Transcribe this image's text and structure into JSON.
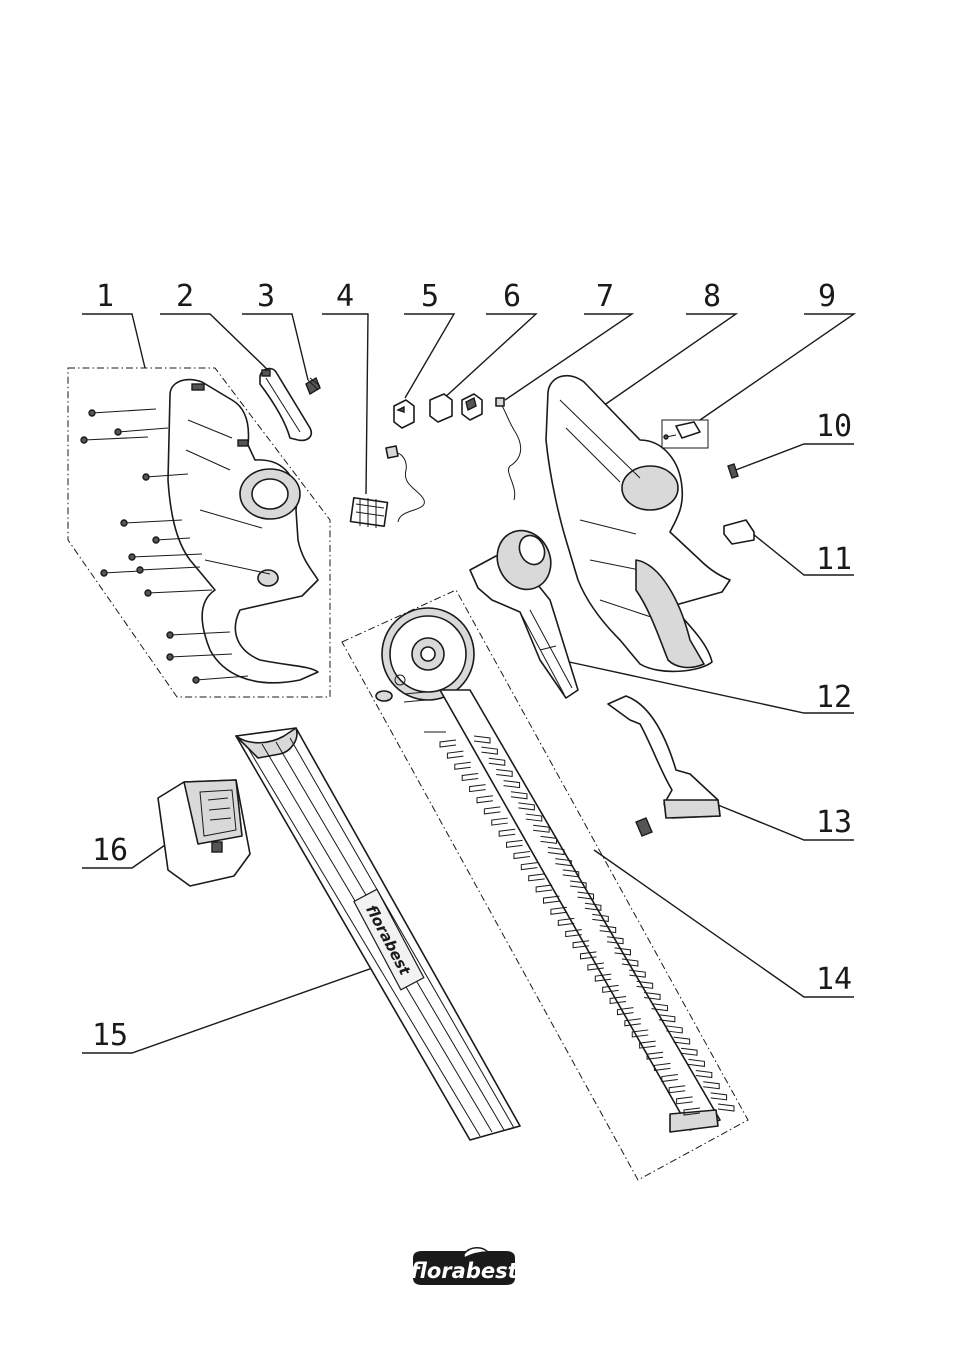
{
  "callouts": [
    {
      "number": "1"
    },
    {
      "number": "2"
    },
    {
      "number": "3"
    },
    {
      "number": "4"
    },
    {
      "number": "5"
    },
    {
      "number": "6"
    },
    {
      "number": "7"
    },
    {
      "number": "8"
    },
    {
      "number": "9"
    },
    {
      "number": "10"
    },
    {
      "number": "11"
    },
    {
      "number": "12"
    },
    {
      "number": "13"
    },
    {
      "number": "14"
    },
    {
      "number": "15"
    },
    {
      "number": "16"
    }
  ],
  "blade_guard_logo": "florabest",
  "brand": {
    "logo_text": "florabest",
    "logo_icon": "leaf-icon",
    "logo_bg": "#1a1a1a"
  }
}
